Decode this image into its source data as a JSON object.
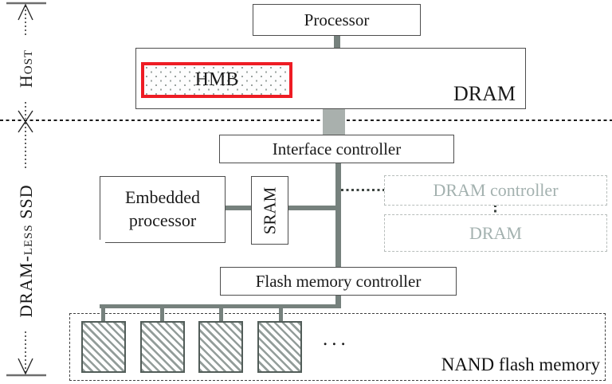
{
  "side_labels": {
    "host": "Host",
    "ssd": "DRAM-less SSD"
  },
  "host_section": {
    "processor": "Processor",
    "dram": "DRAM",
    "hmb": "HMB"
  },
  "ssd_section": {
    "interface_controller": "Interface controller",
    "embedded_processor": "Embedded processor",
    "sram": "SRAM",
    "dram_controller_planned": "DRAM controller",
    "dram_planned": "DRAM",
    "flash_memory_controller": "Flash memory controller",
    "nand_label": "NAND flash memory",
    "ellipsis": "...",
    "nand_chip_count": 4
  },
  "colors": {
    "hmb_highlight": "#ee1c24",
    "planned_gray": "#a3b1af",
    "connector_gray": "#76817d",
    "wide_connector_gray": "#a9b0ad"
  }
}
